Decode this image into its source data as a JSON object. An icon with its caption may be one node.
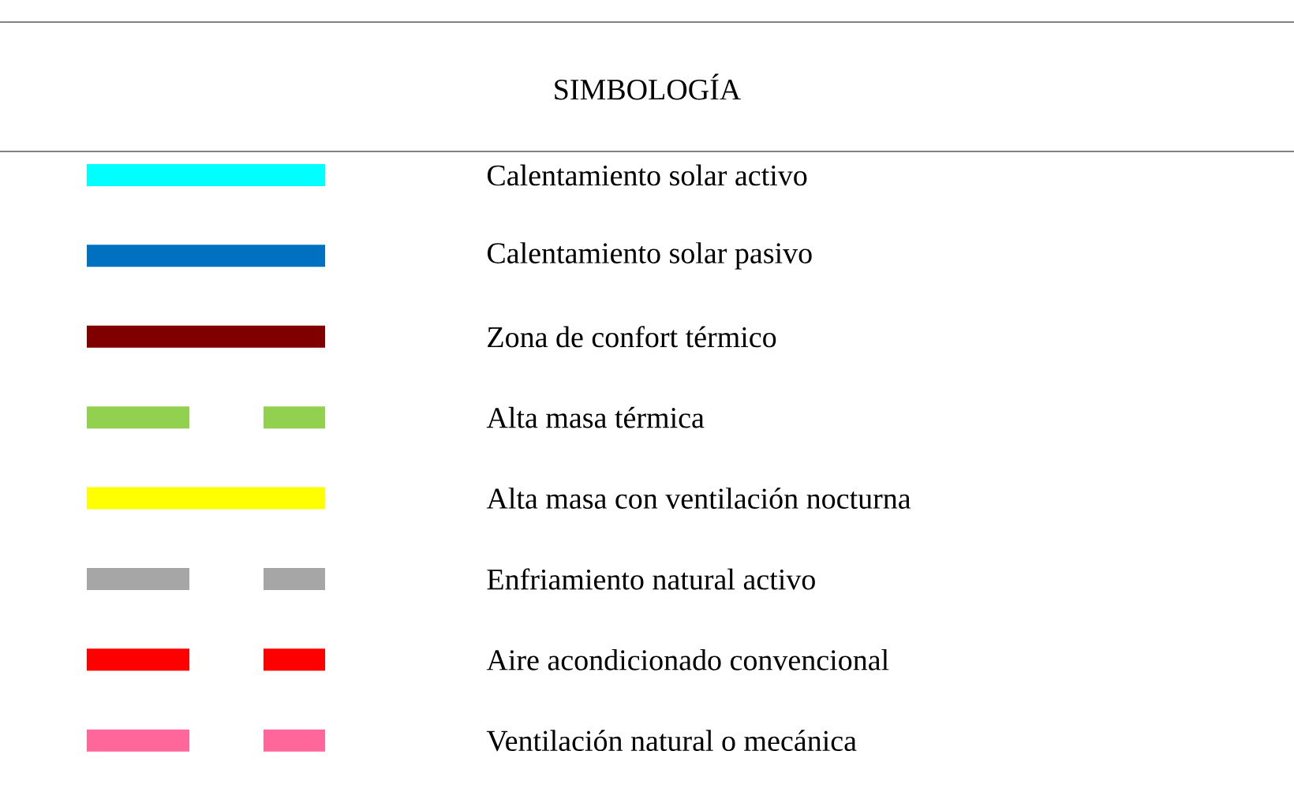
{
  "diagram": {
    "title": "SIMBOLOGÍA",
    "legend": [
      {
        "text": "Calentamiento solar activo",
        "color": "#00ffff"
      },
      {
        "text": "Calentamiento solar pasivo",
        "color": "#0070c0"
      },
      {
        "text": "Zona de confort térmico",
        "color": "#800000"
      },
      {
        "text": "Alta masa térmica",
        "color": "#92d050"
      },
      {
        "text": "Alta masa con ventilación nocturna",
        "color": "#ffff00"
      },
      {
        "text": "Enfriamiento natural activo",
        "color": "#a6a6a6"
      },
      {
        "text": "Aire acondicionado convencional",
        "color": "#ff0000"
      },
      {
        "text": "Ventilación natural o mecánica",
        "color": "#ff6699"
      }
    ]
  }
}
